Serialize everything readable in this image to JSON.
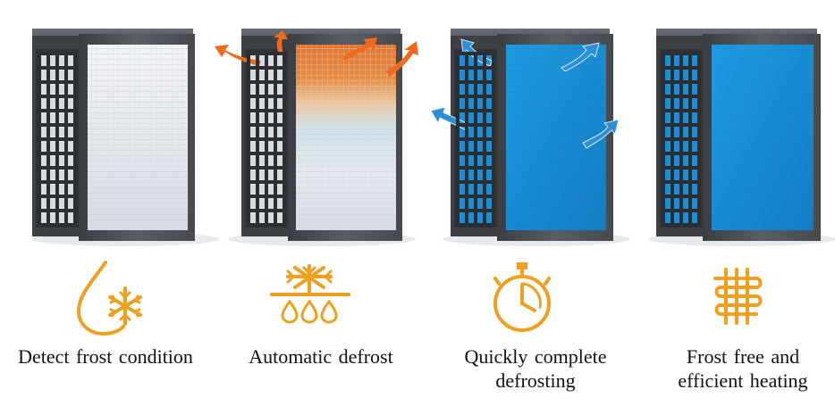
{
  "steps": [
    {
      "line1": "Detect frost condition",
      "line2": "",
      "icon": "water-drop-snowflake-icon"
    },
    {
      "line1": "Automatic  defrost",
      "line2": "",
      "icon": "snowflake-melting-drops-icon"
    },
    {
      "line1": "Quickly complete",
      "line2": "defrosting",
      "icon": "stopwatch-icon"
    },
    {
      "line1": "Frost  free  and",
      "line2": "efficient heating",
      "icon": "heating-coil-icon"
    }
  ],
  "colors": {
    "icon_orange": "#f0a020",
    "caption_text": "#111111",
    "unit_frame": "#505458",
    "frost_panel": "#e4e8ee",
    "defrost_heat": "#e8742a",
    "clean_panel": "#1a8fd6",
    "arrow_orange": "#ee6a1c",
    "arrow_blue": "#2d8fd8"
  }
}
